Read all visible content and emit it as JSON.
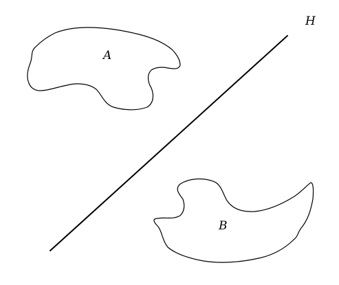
{
  "labels": {
    "shape_a": "A",
    "shape_b": "B",
    "line": "H"
  },
  "colors": {
    "stroke": "#000000",
    "background": "#ffffff"
  }
}
